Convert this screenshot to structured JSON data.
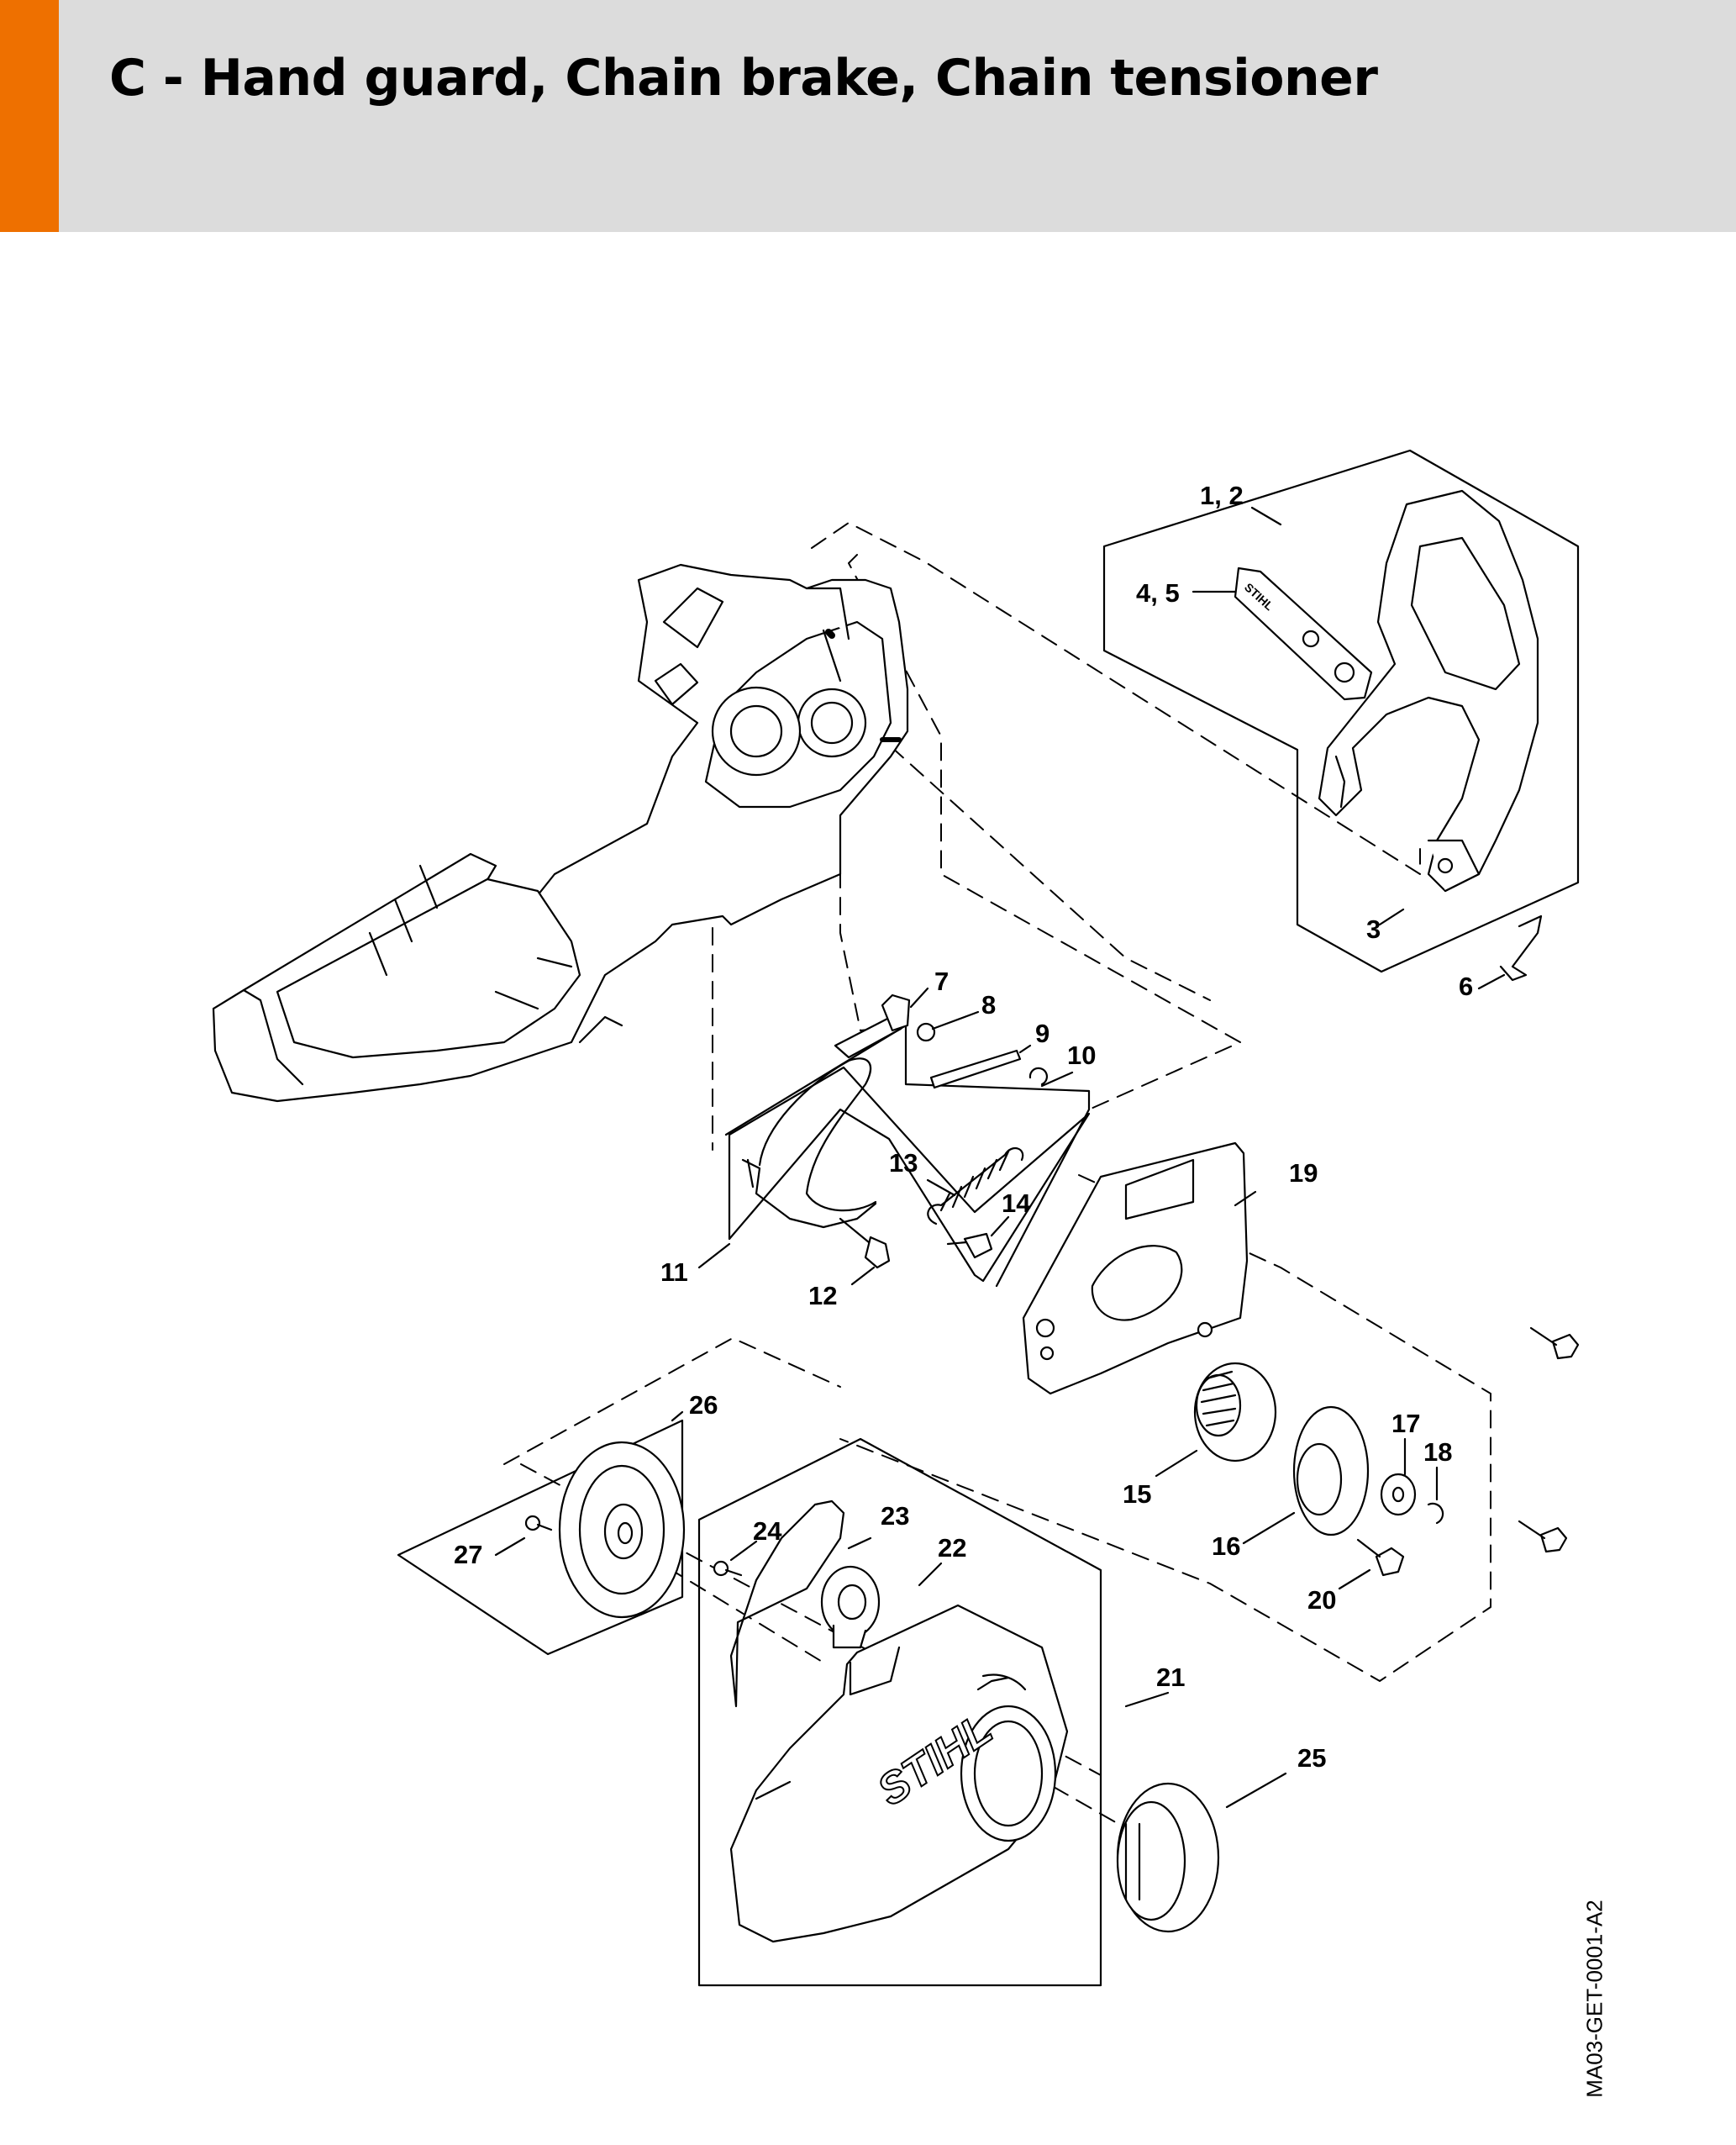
{
  "header": {
    "title": "C - Hand guard, Chain brake, Chain tensioner",
    "accent_color": "#ee7000",
    "background_color": "#dcdcdc"
  },
  "diagram": {
    "labels": {
      "p1_2": "1, 2",
      "p3": "3",
      "p4_5": "4, 5",
      "p6": "6",
      "p7": "7",
      "p8": "8",
      "p9": "9",
      "p10": "10",
      "p11": "11",
      "p12": "12",
      "p13": "13",
      "p14": "14",
      "p15": "15",
      "p16": "16",
      "p17": "17",
      "p18": "18",
      "p19": "19",
      "p20": "20",
      "p21": "21",
      "p22": "22",
      "p23": "23",
      "p24": "24",
      "p25": "25",
      "p26": "26",
      "p27": "27"
    },
    "brand_marks": {
      "cover_logo": "STIHL",
      "decal_logo": "STIHL"
    }
  },
  "footer": {
    "document_id": "MA03-GET-0001-A2"
  }
}
